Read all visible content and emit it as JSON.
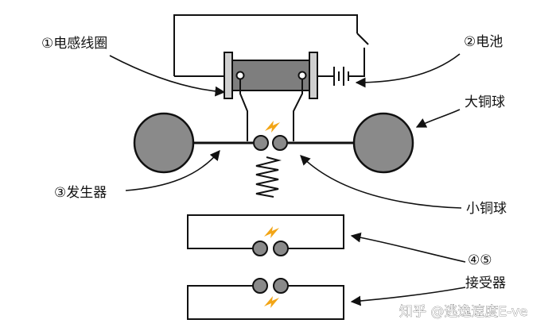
{
  "labels": {
    "coil": "①电感线圈",
    "battery": "②电池",
    "big_ball": "大铜球",
    "generator": "③发生器",
    "small_ball": "小铜球",
    "receiver_num": "④⑤",
    "receiver": "接受器"
  },
  "watermark": "知乎 @逃逸速度E-ve",
  "colors": {
    "ball_fill": "#8a8a8a",
    "spark": "#f2a516",
    "coil_fill": "#7e7e7e",
    "line": "#111111"
  }
}
